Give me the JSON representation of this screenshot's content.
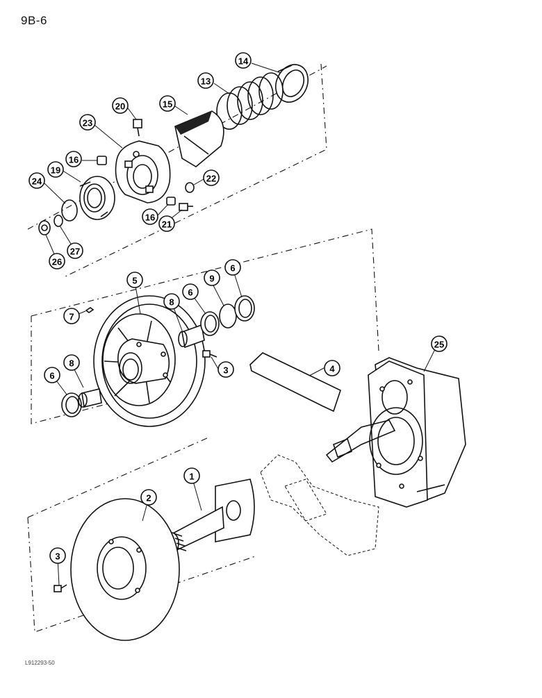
{
  "page": {
    "page_number": "9B-6",
    "figure_id": "L912293-50"
  },
  "callouts": {
    "c14": "14",
    "c13": "13",
    "c15": "15",
    "c20": "20",
    "c23": "23",
    "c16a": "16",
    "c19": "19",
    "c24": "24",
    "c22": "22",
    "c16b": "16",
    "c21": "21",
    "c26": "26",
    "c27": "27",
    "c5": "5",
    "c7": "7",
    "c8a": "8",
    "c6a": "6",
    "c9": "9",
    "c6b": "6",
    "c3a": "3",
    "c6c": "6",
    "c8b": "8",
    "c4": "4",
    "c25": "25",
    "c1": "1",
    "c2": "2",
    "c3b": "3"
  }
}
